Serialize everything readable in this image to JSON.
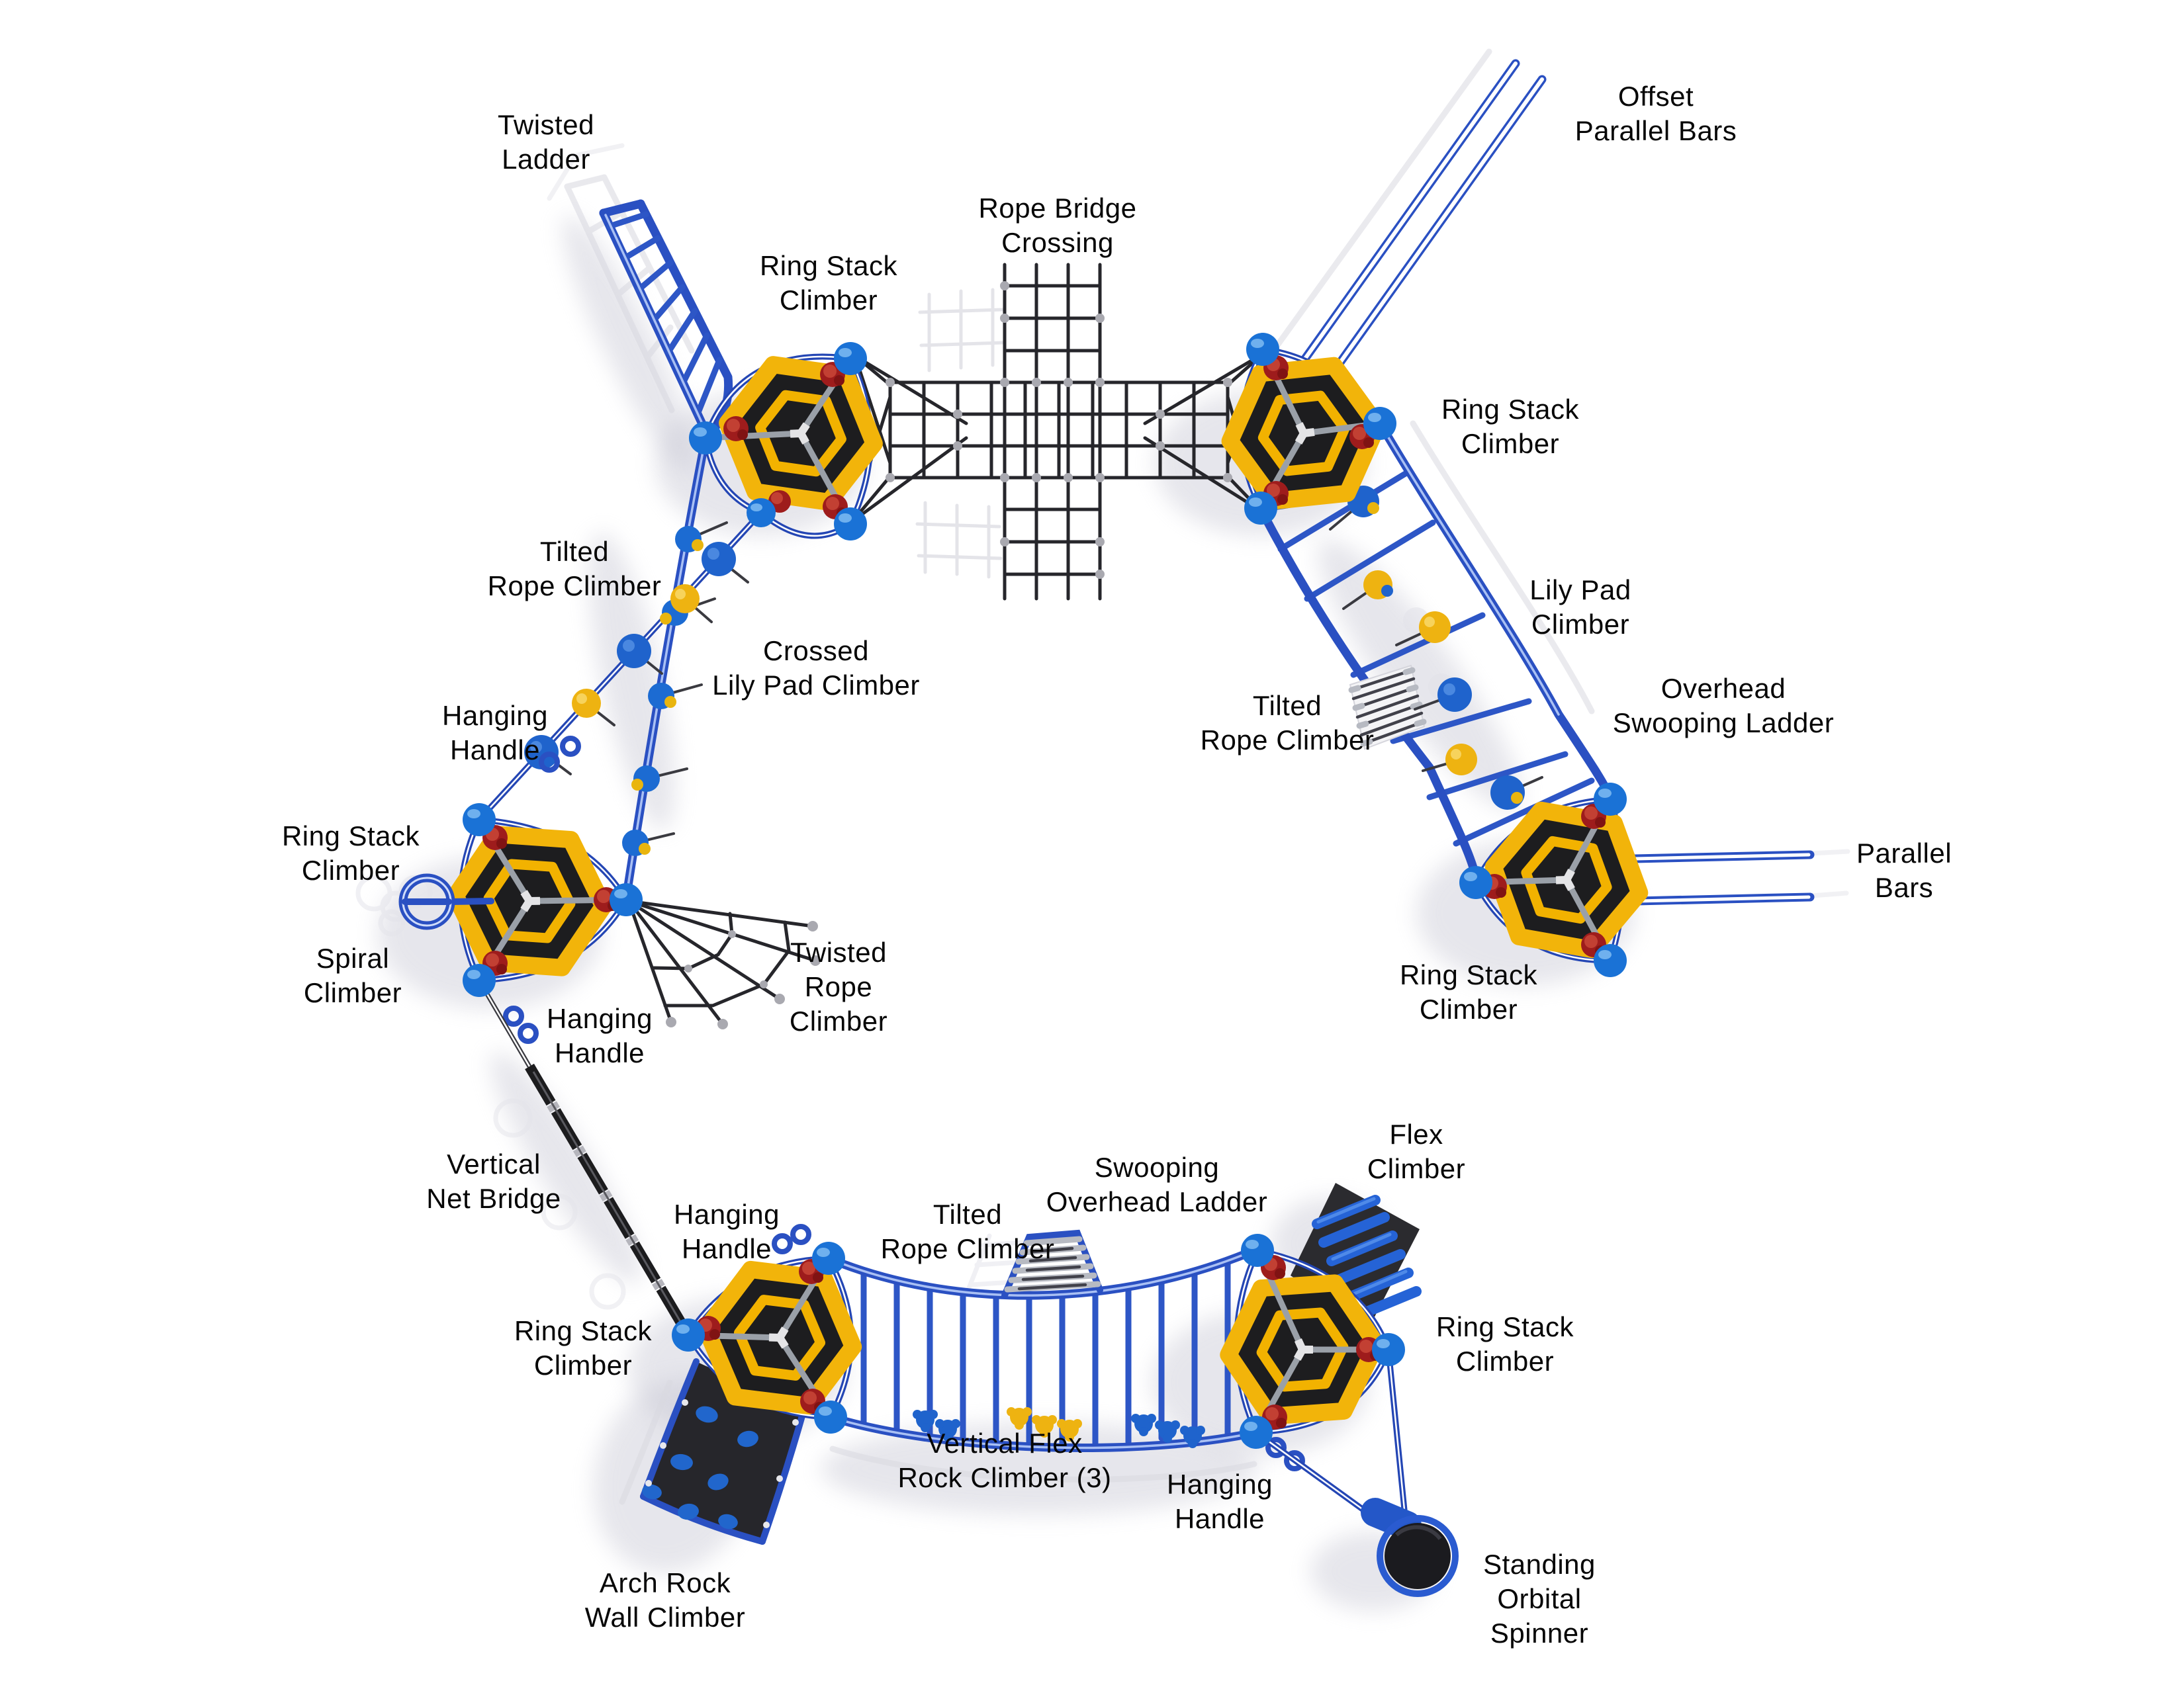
{
  "page": {
    "background": "#ffffff",
    "description": "Top-down diagram of hexagonal playground climbing structure with labeled components"
  },
  "colors": {
    "tube_blue": "#2a50c2",
    "node_blue": "#1a72d6",
    "connector_red": "#9e1c1c",
    "platform_yellow": "#f2b40a",
    "platform_black": "#1d1d1f",
    "rope_black": "#26262b",
    "silver_rung": "#b7bac2",
    "pad_blue": "#1f63cc",
    "pad_yellow": "#eeb311",
    "label_text": "#060606"
  },
  "labels": {
    "twisted_ladder": "Twisted\nLadder",
    "ring_stack_climber_top_left": "Ring Stack\nClimber",
    "rope_bridge_crossing": "Rope Bridge\nCrossing",
    "offset_parallel_bars": "Offset\nParallel Bars",
    "ring_stack_climber_top_right": "Ring Stack\nClimber",
    "tilted_rope_climber_left": "Tilted\nRope Climber",
    "crossed_lily_pad_climber": "Crossed\nLily Pad Climber",
    "hanging_handle_upper_left": "Hanging\nHandle",
    "lily_pad_climber": "Lily Pad\nClimber",
    "tilted_rope_climber_right": "Tilted\nRope Climber",
    "overhead_swooping_ladder": "Overhead\nSwooping Ladder",
    "ring_stack_climber_left": "Ring Stack\nClimber",
    "parallel_bars": "Parallel\nBars",
    "spiral_climber": "Spiral\nClimber",
    "twisted_rope_climber": "Twisted\nRope\nClimber",
    "ring_stack_climber_right": "Ring Stack\nClimber",
    "hanging_handle_left": "Hanging\nHandle",
    "vertical_net_bridge": "Vertical\nNet Bridge",
    "flex_climber": "Flex\nClimber",
    "hanging_handle_bottom_left": "Hanging\nHandle",
    "tilted_rope_climber_bottom": "Tilted\nRope Climber",
    "swooping_overhead_ladder": "Swooping\nOverhead Ladder",
    "ring_stack_climber_bottom_left": "Ring Stack\nClimber",
    "ring_stack_climber_bottom_right": "Ring Stack\nClimber",
    "vertical_flex_rock_climber": "Vertical Flex\nRock Climber (3)",
    "hanging_handle_bottom_right": "Hanging\nHandle",
    "arch_rock_wall_climber": "Arch Rock\nWall Climber",
    "standing_orbital_spinner": "Standing\nOrbital\nSpinner"
  }
}
